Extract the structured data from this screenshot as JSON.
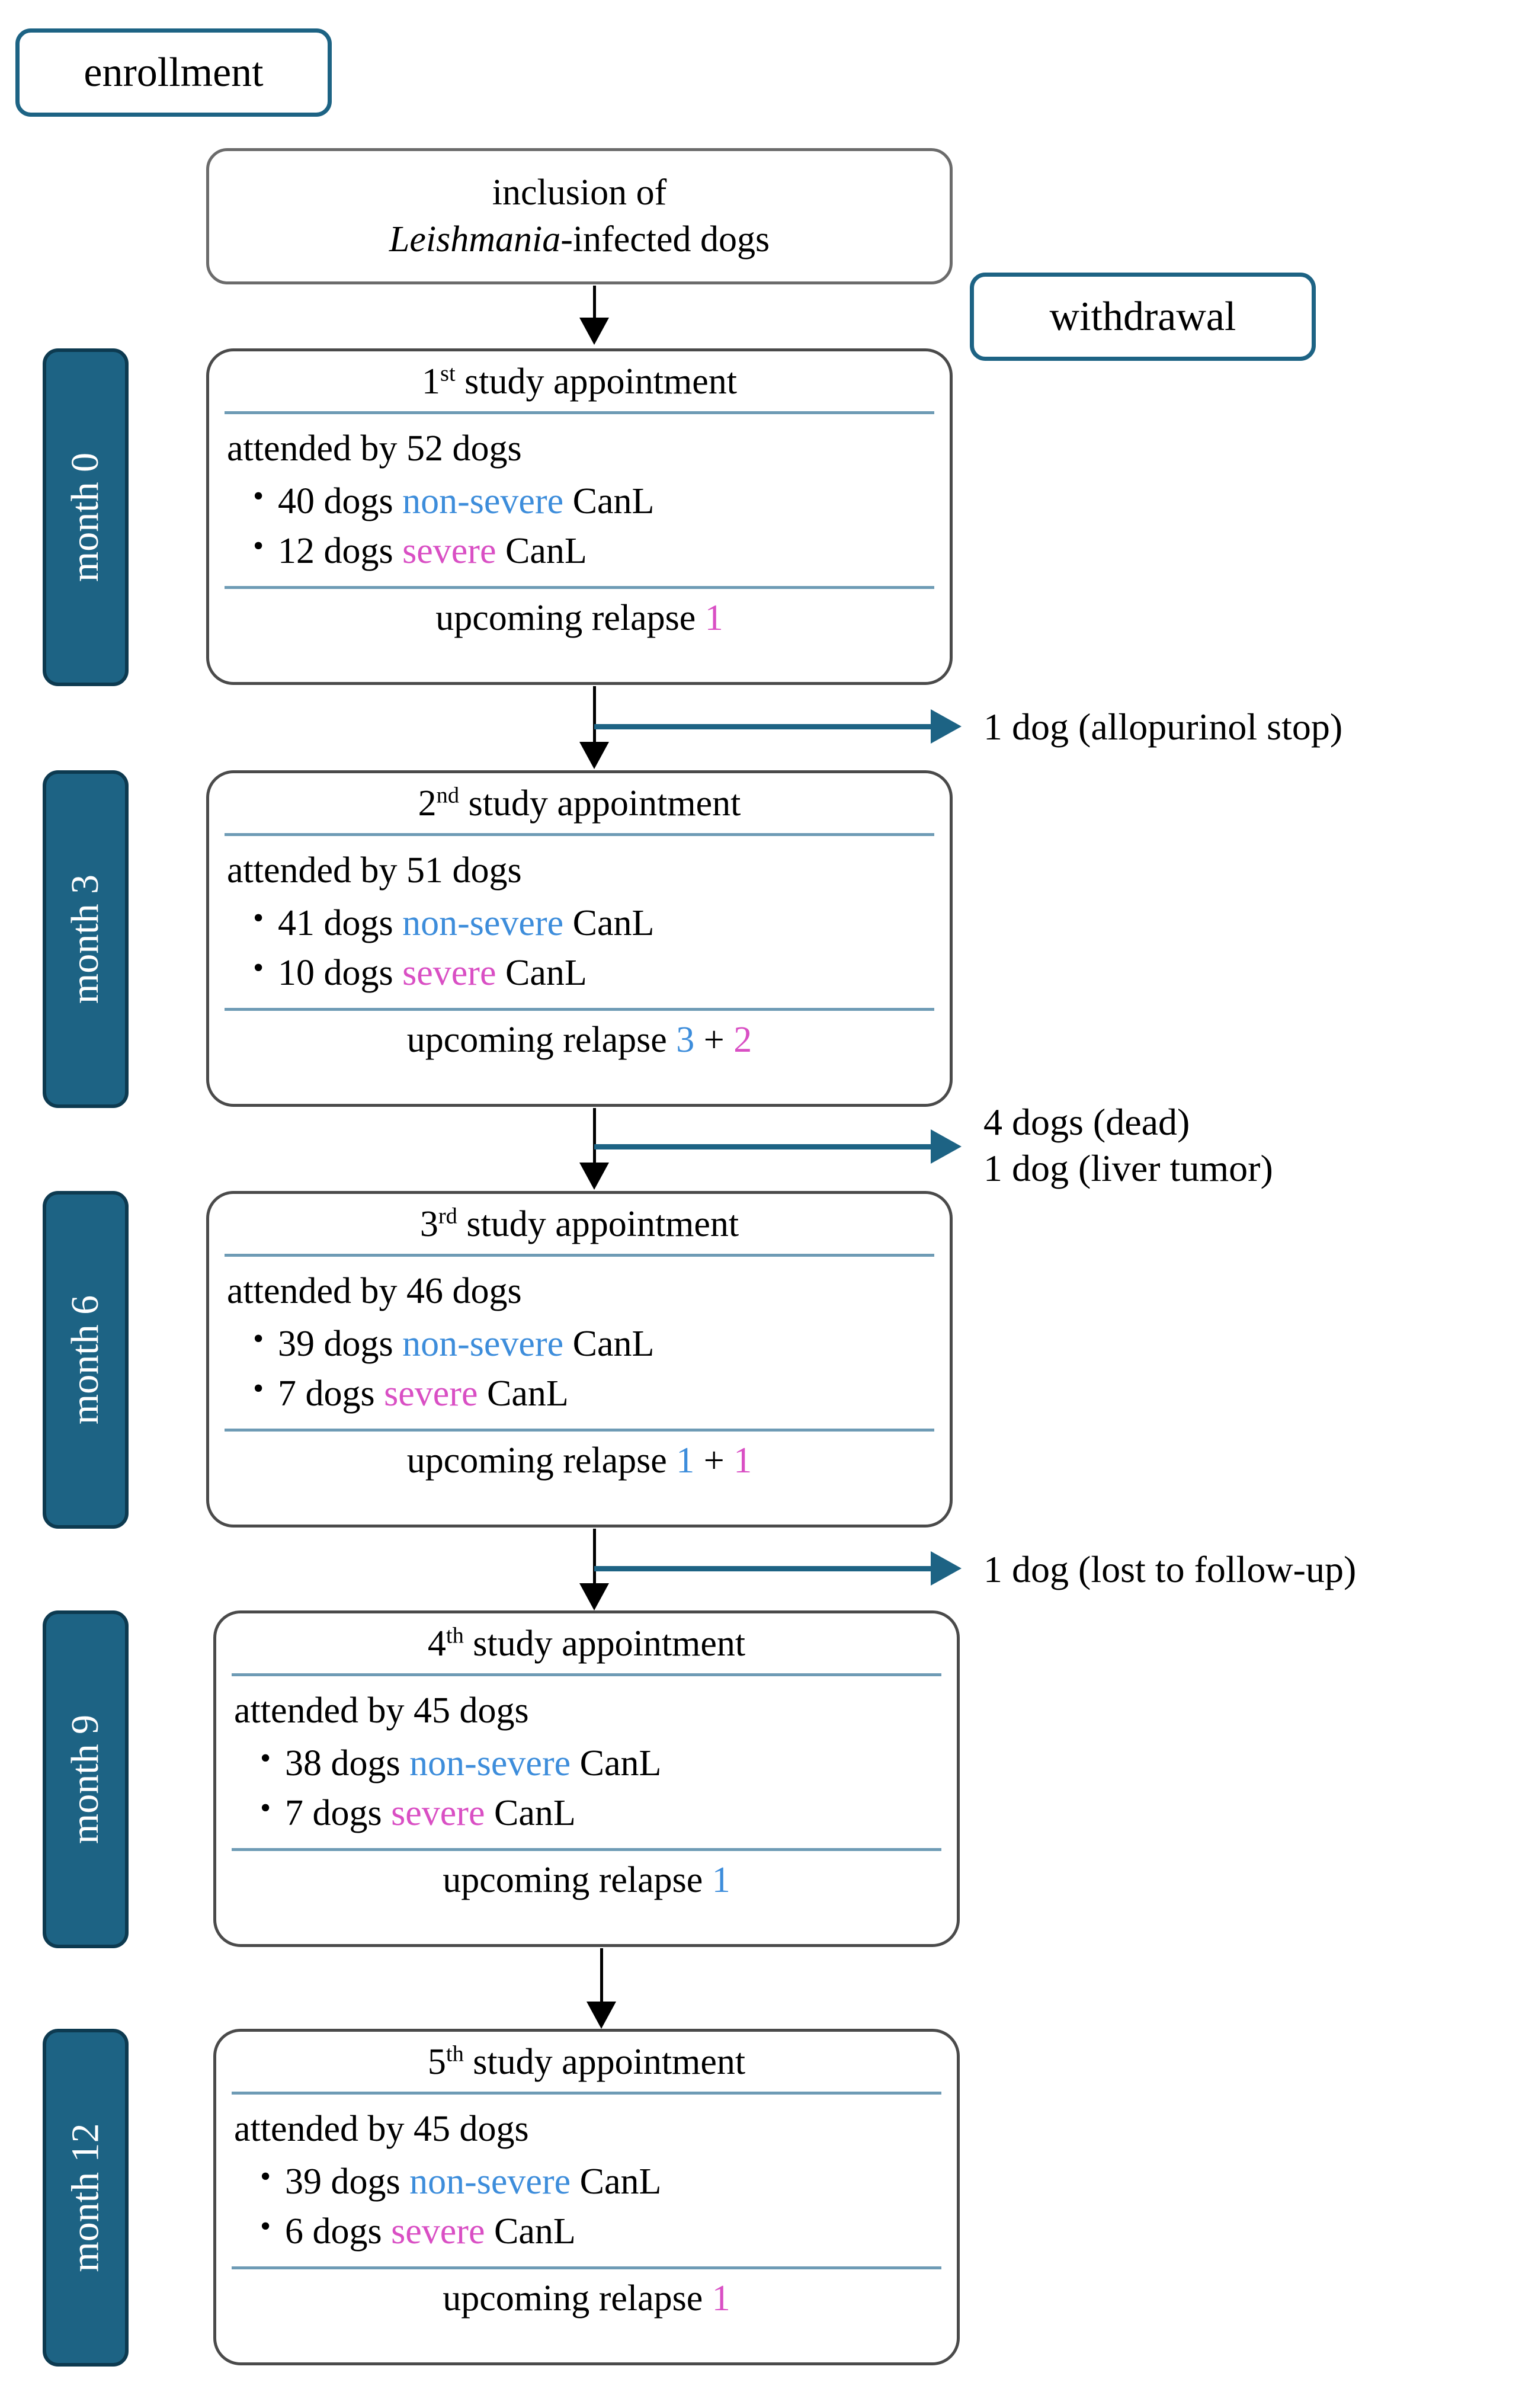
{
  "labels": {
    "enrollment": "enrollment",
    "withdrawal": "withdrawal"
  },
  "inclusion": {
    "line1": "inclusion of",
    "species": "Leishmania",
    "line2_rest": "-infected dogs"
  },
  "colors": {
    "teal": "#1d6384",
    "rule_blue": "#6e9bb5",
    "non_severe_blue": "#3d8ddb",
    "severe_magenta": "#d94fc4",
    "box_border_grey": "#4a4a4a",
    "arrow_black": "#000000"
  },
  "common": {
    "attended_prefix": "attended by ",
    "attended_suffix": " dogs",
    "dogs_word": " dogs ",
    "canl": " CanL",
    "relapse_label": "upcoming relapse ",
    "non_severe": "non-severe",
    "severe": "severe",
    "plus": " + "
  },
  "appointments": [
    {
      "month": "month 0",
      "ordinal": "1",
      "ordinal_sup": "st",
      "title_rest": " study appointment",
      "attended": "attended by 52 dogs",
      "non_severe_count": "40 dogs ",
      "non_severe_word": "non-severe",
      "non_severe_tail": " CanL",
      "severe_count": "12 dogs ",
      "severe_word": "severe",
      "severe_tail": " CanL",
      "relapse_label": "upcoming relapse ",
      "relapse_blue": "",
      "relapse_plus": "",
      "relapse_magenta": "1"
    },
    {
      "month": "month 3",
      "ordinal": "2",
      "ordinal_sup": "nd",
      "title_rest": " study appointment",
      "attended": "attended by 51 dogs",
      "non_severe_count": "41 dogs ",
      "non_severe_word": "non-severe",
      "non_severe_tail": " CanL",
      "severe_count": "10 dogs ",
      "severe_word": "severe",
      "severe_tail": " CanL",
      "relapse_label": "upcoming relapse ",
      "relapse_blue": "3",
      "relapse_plus": " + ",
      "relapse_magenta": "2"
    },
    {
      "month": "month 6",
      "ordinal": "3",
      "ordinal_sup": "rd",
      "title_rest": " study appointment",
      "attended": "attended by 46 dogs",
      "non_severe_count": "39 dogs ",
      "non_severe_word": "non-severe",
      "non_severe_tail": " CanL",
      "severe_count": "7 dogs ",
      "severe_word": "severe",
      "severe_tail": " CanL",
      "relapse_label": "upcoming relapse ",
      "relapse_blue": "1",
      "relapse_plus": " + ",
      "relapse_magenta": "1"
    },
    {
      "month": "month 9",
      "ordinal": "4",
      "ordinal_sup": "th",
      "title_rest": " study appointment",
      "attended": "attended by 45 dogs",
      "non_severe_count": "38 dogs ",
      "non_severe_word": "non-severe",
      "non_severe_tail": " CanL",
      "severe_count": "7 dogs ",
      "severe_word": "severe",
      "severe_tail": " CanL",
      "relapse_label": "upcoming relapse ",
      "relapse_blue": "1",
      "relapse_plus": "",
      "relapse_magenta": ""
    },
    {
      "month": "month 12",
      "ordinal": "5",
      "ordinal_sup": "th",
      "title_rest": " study appointment",
      "attended": "attended by 45 dogs",
      "non_severe_count": "39 dogs ",
      "non_severe_word": "non-severe",
      "non_severe_tail": " CanL",
      "severe_count": "6 dogs ",
      "severe_word": "severe",
      "severe_tail": " CanL",
      "relapse_label": "upcoming relapse ",
      "relapse_blue": "",
      "relapse_plus": "",
      "relapse_magenta": "1"
    }
  ],
  "withdrawals": [
    {
      "after": "1",
      "line1": "1 dog (allopurinol stop)",
      "line2": ""
    },
    {
      "after": "2",
      "line1": "4 dogs (dead)",
      "line2": "1 dog (liver tumor)"
    },
    {
      "after": "3",
      "line1": "1 dog (lost to follow-up)",
      "line2": ""
    }
  ]
}
